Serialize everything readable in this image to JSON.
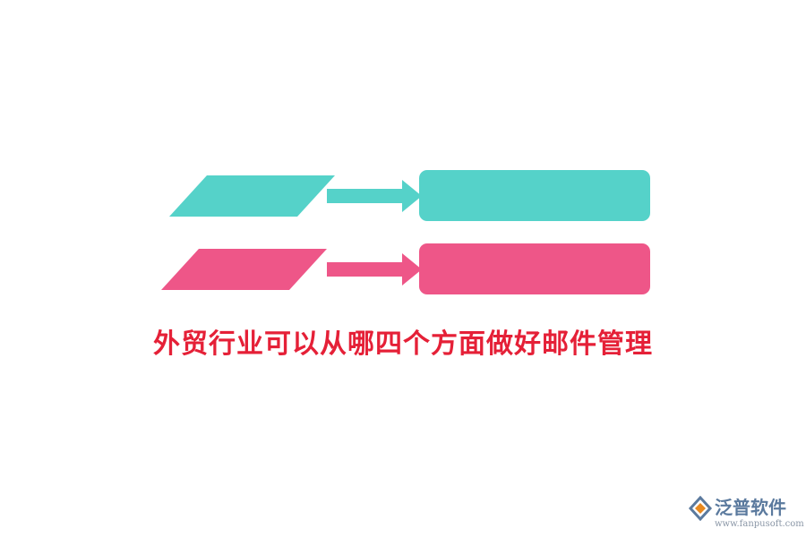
{
  "colors": {
    "background": "#ffffff",
    "teal": "#55d2c9",
    "pink": "#ee5688",
    "title_red": "#e52037",
    "logo_blue": "#5b7a9e",
    "logo_gray": "#8a96a6"
  },
  "rows": [
    {
      "color_name": "teal",
      "shape": "parallelogram",
      "connector": "arrow-right",
      "target": "rounded-rectangle"
    },
    {
      "color_name": "pink",
      "shape": "parallelogram",
      "connector": "arrow-right",
      "target": "rounded-rectangle"
    }
  ],
  "title": "外贸行业可以从哪四个方面做好邮件管理",
  "logo": {
    "icon": "fanpu-logo-icon",
    "name": "泛普软件",
    "url": "www.fanpusoft.com"
  }
}
